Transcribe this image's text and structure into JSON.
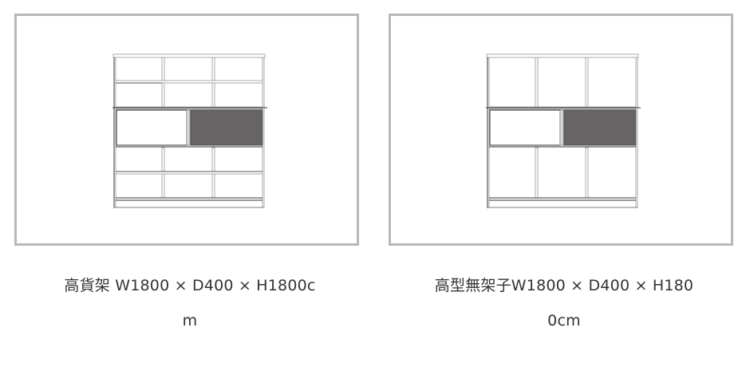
{
  "products": [
    {
      "name": "高貨架",
      "dimensions": "W1800×D400×H1800cm",
      "caption_line1": "高貨架 W1800 × D400 × H1800c",
      "caption_line2": "m",
      "layout": "2 rows of 3 cubbies, sliding door row, 2 rows of 3 cubbies, plinth"
    },
    {
      "name": "高型無架子",
      "dimensions": "W1800×D400×H1800cm",
      "caption_line1": "高型無架子W1800 × D400 × H180",
      "caption_line2": "0cm",
      "layout": "1 row of 3 tall cubbies, sliding door row, 1 row of 3 tall cubbies, plinth"
    }
  ],
  "colors": {
    "frame_border": "#b8b8b8",
    "line_dark": "#333333",
    "line_light": "#a8a8a8",
    "door_dark": "#666465",
    "text": "#333333"
  }
}
